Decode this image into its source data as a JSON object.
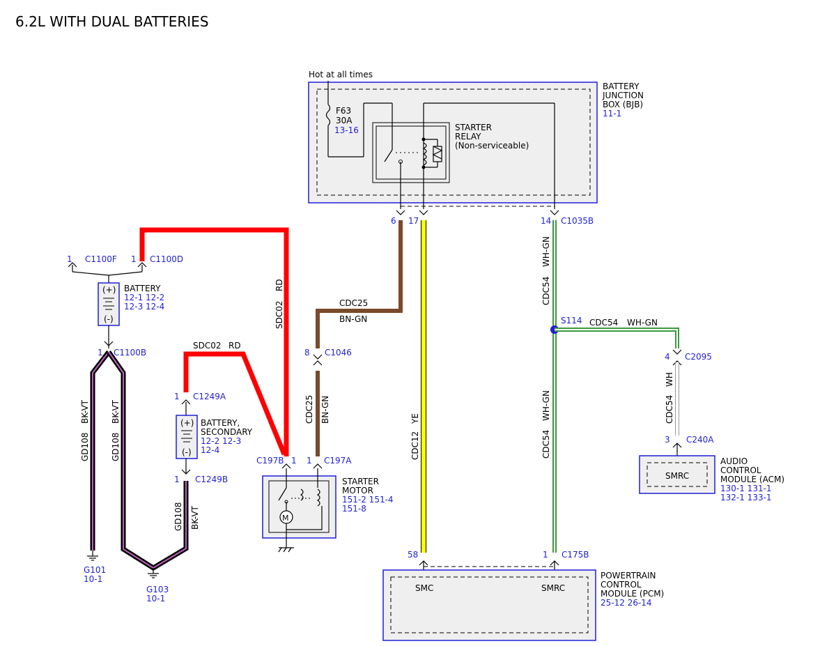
{
  "title": "6.2L WITH DUAL BATTERIES",
  "colors": {
    "red": "#ff0000",
    "brown": "#7a4a2a",
    "yellow": "#ffff00",
    "green": "#3a9a3a",
    "purple": "#7a2a7a",
    "blue": "#1f1fd6"
  },
  "bjb": {
    "hot_label": "Hot at all times",
    "name": [
      "BATTERY",
      "JUNCTION",
      "BOX (BJB)"
    ],
    "ref": "11-1",
    "fuse": {
      "id": "F63",
      "rating": "30A",
      "ref": "13-16"
    },
    "relay": [
      "STARTER",
      "RELAY",
      "(Non-serviceable)"
    ],
    "pins": [
      "6",
      "17",
      "14"
    ],
    "connector": "C1035B"
  },
  "battery": {
    "name": "BATTERY",
    "refs": [
      "12-1  12-2",
      "12-3  12-4"
    ],
    "plus": "(+)",
    "minus": "(-)"
  },
  "battery2": {
    "name": [
      "BATTERY,",
      "SECONDARY"
    ],
    "refs": [
      "12-2  12-3",
      "12-4"
    ],
    "plus": "(+)",
    "minus": "(-)"
  },
  "connectors": {
    "c1100f": {
      "pin": "1",
      "id": "C1100F"
    },
    "c1100d": {
      "pin": "1",
      "id": "C1100D"
    },
    "c1100b": {
      "pin": "1",
      "id": "C1100B"
    },
    "c1249a": {
      "pin": "1",
      "id": "C1249A"
    },
    "c1249b": {
      "pin": "1",
      "id": "C1249B"
    },
    "c1046": {
      "pin": "8",
      "id": "C1046"
    },
    "c197b": {
      "pin": "1",
      "id": "C197B"
    },
    "c197a": {
      "pin": "1",
      "id": "C197A"
    },
    "c2095": {
      "pin": "4",
      "id": "C2095"
    },
    "c240a": {
      "pin": "3",
      "id": "C240A"
    },
    "c175b_58": {
      "pin": "58"
    },
    "c175b": {
      "pin": "1",
      "id": "C175B"
    }
  },
  "wires": {
    "sdc02_a": {
      "circuit": "SDC02",
      "color": "RD"
    },
    "sdc02_b": {
      "circuit": "SDC02",
      "color": "RD"
    },
    "cdc25_a": {
      "circuit": "CDC25",
      "color": "BN-GN"
    },
    "cdc25_b": {
      "circuit": "CDC25",
      "color": "BN-GN"
    },
    "cdc12": {
      "circuit": "CDC12",
      "color": "YE"
    },
    "cdc54_a": {
      "circuit": "CDC54",
      "color": "WH-GN"
    },
    "cdc54_b": {
      "circuit": "CDC54",
      "color": "WH-GN"
    },
    "cdc54_c": {
      "circuit": "CDC54",
      "color": "WH-GN"
    },
    "cdc54_d": {
      "circuit": "CDC54",
      "color": "WH"
    },
    "gd108_a": {
      "circuit": "GD108",
      "color": "BK-VT"
    },
    "gd108_b": {
      "circuit": "GD108",
      "color": "BK-VT"
    },
    "gd108_c": {
      "circuit": "GD108",
      "color": "BK-VT"
    }
  },
  "splice": "S114",
  "starter_motor": {
    "name": [
      "STARTER",
      "MOTOR"
    ],
    "refs": [
      "151-2 151-4",
      "151-8"
    ]
  },
  "grounds": {
    "g101": {
      "id": "G101",
      "ref": "10-1"
    },
    "g103": {
      "id": "G103",
      "ref": "10-1"
    }
  },
  "acm": {
    "name": [
      "AUDIO",
      "CONTROL",
      "MODULE (ACM)"
    ],
    "refs": [
      "130-1 131-1",
      "132-1 133-1"
    ],
    "pin_label": "SMRC"
  },
  "pcm": {
    "name": [
      "POWERTRAIN",
      "CONTROL",
      "MODULE (PCM)"
    ],
    "refs": [
      "25-12 26-14"
    ],
    "pin_labels": [
      "SMC",
      "SMRC"
    ]
  }
}
